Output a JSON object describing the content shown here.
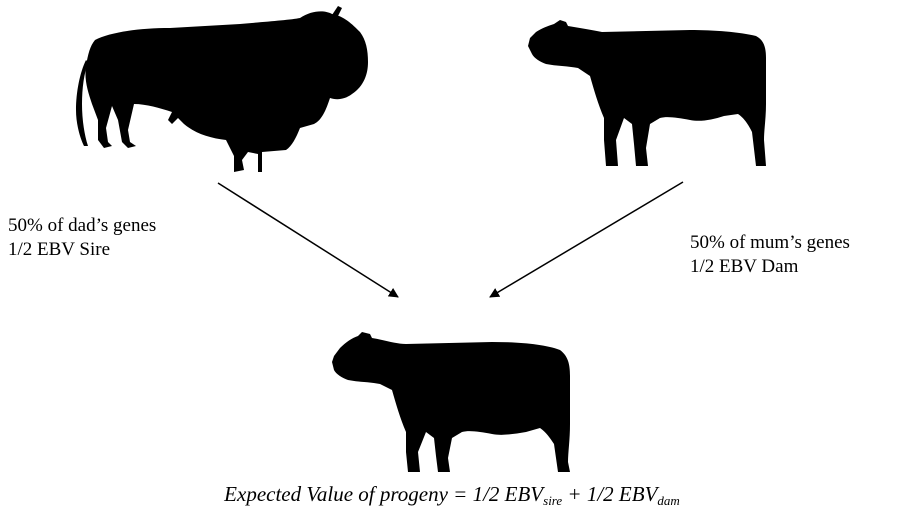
{
  "sire": {
    "icon": "bull-silhouette",
    "line1": "50% of dad’s genes",
    "line2": "1/2 EBV Sire"
  },
  "dam": {
    "icon": "cow-silhouette",
    "line1": "50% of mum’s genes",
    "line2": "1/2 EBV Dam"
  },
  "progeny": {
    "icon": "calf-silhouette"
  },
  "formula": {
    "prefix": "Expected Value of progeny = 1/2 EBV",
    "sub1": "sire",
    "middle": " + 1/2 EBV",
    "sub2": "dam"
  },
  "colors": {
    "silhouette": "#000000",
    "text": "#000000",
    "background": "#ffffff"
  }
}
